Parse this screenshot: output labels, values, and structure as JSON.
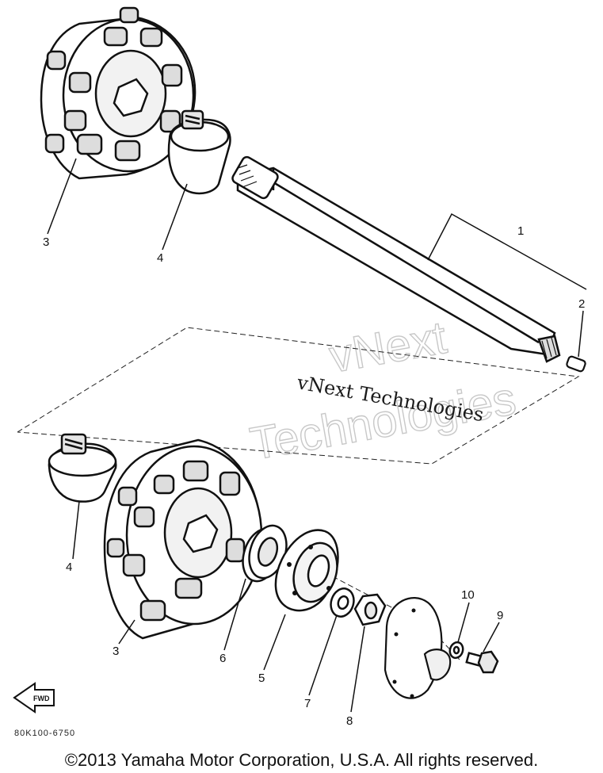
{
  "diagram": {
    "callouts": {
      "shaft": "1",
      "plug": "2",
      "sprocket_upper": "3",
      "sprocket_lower": "3",
      "clamp_upper": "4",
      "clamp_lower": "4",
      "bearing": "6",
      "housing": "5",
      "washer": "7",
      "nut": "8",
      "bolt": "9",
      "lock_washer": "10"
    },
    "forward_arrow_label": "FWD",
    "part_code": "80K100-6750"
  },
  "watermark": {
    "line1": "vNext",
    "line2": "Technologies",
    "serif_text": "vNext Technologies"
  },
  "footer": {
    "copyright": "©2013 Yamaha Motor Corporation, U.S.A. All rights reserved."
  }
}
